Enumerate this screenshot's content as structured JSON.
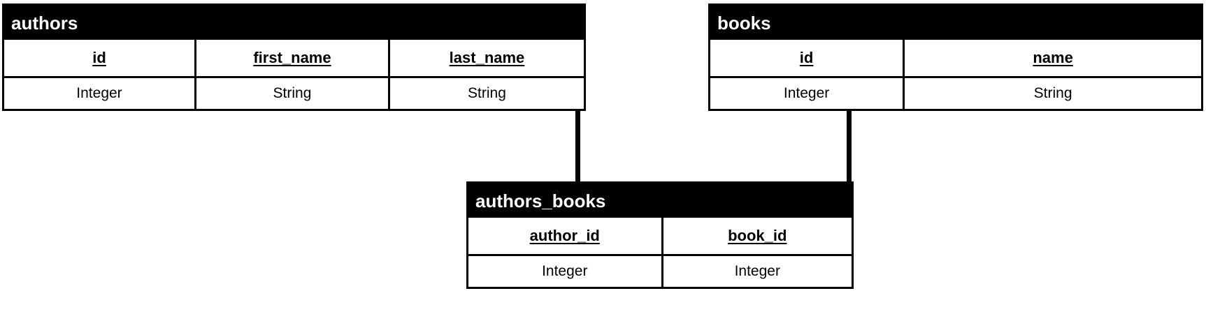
{
  "diagram": {
    "title": "authors / books / authors_books entity relationship diagram",
    "background_color": "#ffffff",
    "line_color": "#000000",
    "header_background_color": "#000000",
    "header_text_color": "#ffffff"
  },
  "entities": [
    {
      "name": "authors",
      "columns": [
        {
          "name": "id",
          "type": "Integer"
        },
        {
          "name": "first_name",
          "type": "String"
        },
        {
          "name": "last_name",
          "type": "String"
        }
      ]
    },
    {
      "name": "books",
      "columns": [
        {
          "name": "id",
          "type": "Integer"
        },
        {
          "name": "name",
          "type": "String"
        }
      ]
    },
    {
      "name": "authors_books",
      "columns": [
        {
          "name": "author_id",
          "type": "Integer"
        },
        {
          "name": "book_id",
          "type": "Integer"
        }
      ]
    }
  ],
  "relationships": [
    {
      "from": "authors",
      "to": "authors_books",
      "via": "author_id"
    },
    {
      "from": "books",
      "to": "authors_books",
      "via": "book_id"
    }
  ]
}
